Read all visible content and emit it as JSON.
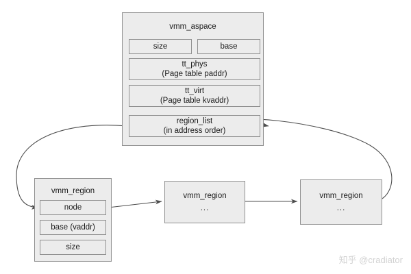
{
  "diagram": {
    "type": "structure-pointer-diagram",
    "aspace": {
      "title": "vmm_aspace",
      "fields": [
        {
          "name": "size",
          "label": "size",
          "sublabel": ""
        },
        {
          "name": "base",
          "label": "base",
          "sublabel": ""
        },
        {
          "name": "tt_phys",
          "label": "tt_phys",
          "sublabel": "(Page table paddr)"
        },
        {
          "name": "tt_virt",
          "label": "tt_virt",
          "sublabel": "(Page table kvaddr)"
        },
        {
          "name": "region_list",
          "label": "region_list",
          "sublabel": "(in address order)"
        }
      ]
    },
    "regions": [
      {
        "title": "vmm_region",
        "ellipsis": "",
        "fields": [
          {
            "name": "node",
            "label": "node"
          },
          {
            "name": "base-vaddr",
            "label": "base (vaddr)"
          },
          {
            "name": "size",
            "label": "size"
          }
        ]
      },
      {
        "title": "vmm_region",
        "ellipsis": "...",
        "fields": []
      },
      {
        "title": "vmm_region",
        "ellipsis": "...",
        "fields": []
      }
    ],
    "edges": [
      {
        "name": "region-list-to-first-node",
        "from": "region_list",
        "to": "node",
        "style": "curved"
      },
      {
        "name": "first-node-to-second-region",
        "from": "node",
        "to": "region-2",
        "style": "straight"
      },
      {
        "name": "second-region-to-third-region",
        "from": "region-2",
        "to": "region-3",
        "style": "straight"
      },
      {
        "name": "third-region-to-region-list",
        "from": "region-3",
        "to": "region_list",
        "style": "curved"
      }
    ],
    "colors": {
      "background": "#ffffff",
      "box_fill": "#ececec",
      "box_border": "#8f8f8f",
      "edge_stroke": "#4d4d4d",
      "text": "#1a1a1a",
      "watermark": "#d2d2d2"
    }
  },
  "watermark": {
    "text": "知乎 @cradiator"
  }
}
